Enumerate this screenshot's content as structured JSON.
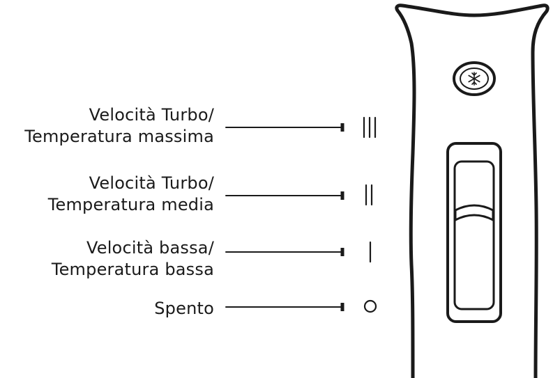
{
  "settings": [
    {
      "line1": "Velocità Turbo/",
      "line2": "Temperatura massima",
      "symbol": "III"
    },
    {
      "line1": "Velocità Turbo/",
      "line2": "Temperatura media",
      "symbol": "II"
    },
    {
      "line1": "Velocità bassa/",
      "line2": "Temperatura bassa",
      "symbol": "I"
    },
    {
      "line1": "Spento",
      "line2": "",
      "symbol": "O"
    }
  ],
  "device": {
    "cool_shot_button_icon": "snowflake-icon",
    "switch_position": "off"
  },
  "colors": {
    "ink": "#1a1a1a",
    "background": "#ffffff"
  }
}
